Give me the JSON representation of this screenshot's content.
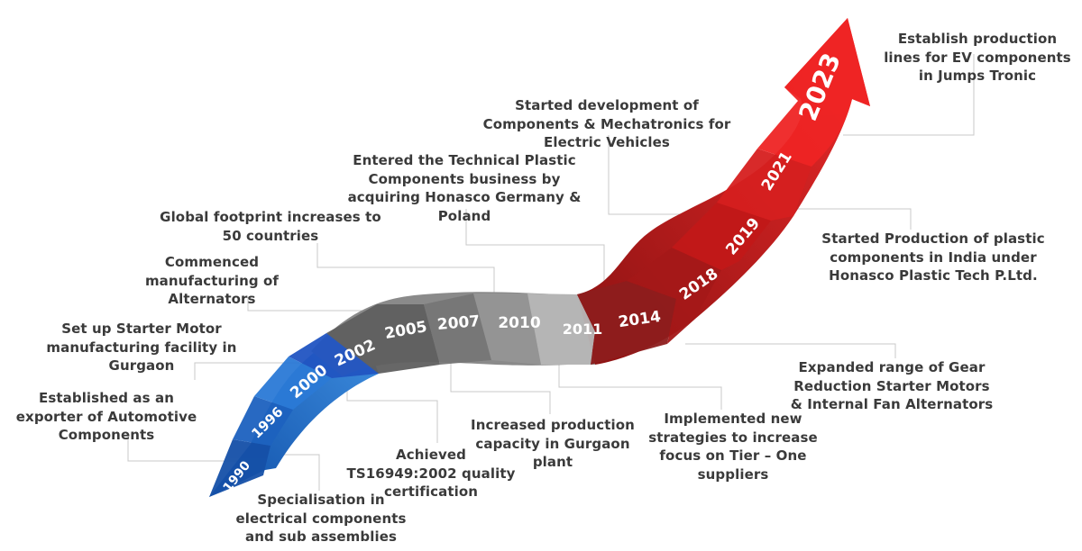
{
  "milestones": [
    {
      "year": "1990",
      "text": "Specialisation in electrical components and sub assemblies"
    },
    {
      "year": "1996",
      "text": "Established as an exporter of Automotive Components"
    },
    {
      "year": "2000",
      "text": "Set up Starter Motor manufacturing facility in Gurgaon"
    },
    {
      "year": "2002",
      "text": "Achieved TS16949:2002 quality certification"
    },
    {
      "year": "2005",
      "text": "Commenced manufacturing of Alternators"
    },
    {
      "year": "2007",
      "text": "Global footprint increases to 50 countries"
    },
    {
      "year": "2010",
      "text": "Increased production capacity in Gurgaon plant"
    },
    {
      "year": "2011",
      "text": "Implemented new strategies to increase focus on Tier – One suppliers"
    },
    {
      "year": "2014",
      "text": "Entered the Technical Plastic Components business by acquiring Honasco Germany & Poland"
    },
    {
      "year": "2018",
      "text": "Expanded range of Gear Reduction Starter Motors & Internal Fan Alternators"
    },
    {
      "year": "2019",
      "text": "Started Production of plastic components in India under Honasco Plastic Tech P.Ltd."
    },
    {
      "year": "2021",
      "text": "Started development of Components & Mechatronics for Electric Vehicles"
    },
    {
      "year": "2023",
      "text": "Establish production lines for EV components in Jumps Tronic"
    }
  ]
}
